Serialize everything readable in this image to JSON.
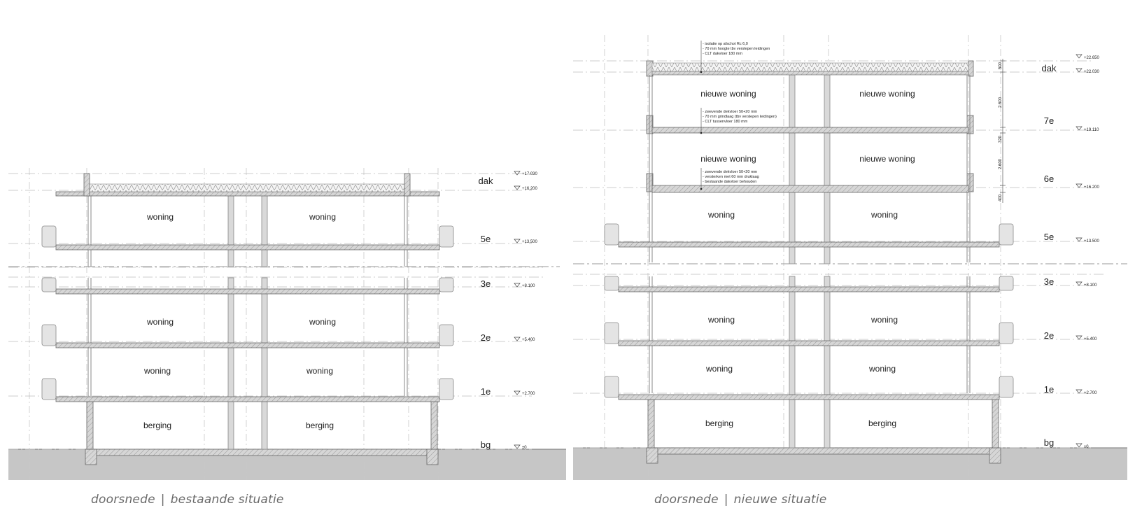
{
  "captions": {
    "left": {
      "title": "doorsnede",
      "subtitle": "bestaande situatie"
    },
    "right": {
      "title": "doorsnede",
      "subtitle": "nieuwe situatie"
    }
  },
  "levels": {
    "left": [
      {
        "name": "dak",
        "elevation": "+17.030",
        "top": "+16.200"
      },
      {
        "name": "5e",
        "elevation": "+13.500"
      },
      {
        "name": "3e",
        "elevation": "+8.100"
      },
      {
        "name": "2e",
        "elevation": "+5.400"
      },
      {
        "name": "1e",
        "elevation": "+2.700"
      },
      {
        "name": "bg",
        "elevation": "±0"
      }
    ],
    "right": [
      {
        "name": "dak",
        "elevation": "+22.650",
        "top": "+22.030"
      },
      {
        "name": "7e",
        "elevation": "+19.110"
      },
      {
        "name": "6e",
        "elevation": "+16.200"
      },
      {
        "name": "5e",
        "elevation": "+13.500"
      },
      {
        "name": "3e",
        "elevation": "+8.100"
      },
      {
        "name": "2e",
        "elevation": "+5.400"
      },
      {
        "name": "1e",
        "elevation": "+2.700"
      },
      {
        "name": "bg",
        "elevation": "±0"
      }
    ]
  },
  "rooms": {
    "left": {
      "floor5": [
        "woning",
        "woning"
      ],
      "floor2": [
        "woning",
        "woning"
      ],
      "floor1": [
        "woning",
        "woning"
      ],
      "ground": [
        "berging",
        "berging"
      ]
    },
    "right": {
      "floor7": [
        "nieuwe woning",
        "nieuwe woning"
      ],
      "floor6": [
        "nieuwe woning",
        "nieuwe woning"
      ],
      "floor5": [
        "woning",
        "woning"
      ],
      "floor2": [
        "woning",
        "woning"
      ],
      "floor1": [
        "woning",
        "woning"
      ],
      "ground": [
        "berging",
        "berging"
      ]
    }
  },
  "annotations": {
    "roof": [
      "- isolatie op afschot Rc 6,0",
      "- 70 mm hoogte tbv verslepen leidingen",
      "- CLT dakvloer 180 mm"
    ],
    "floor7": [
      "- zwevende dekvloer 50+20 mm",
      "- 70 mm grindlaag (tbv verslepen leidingen)",
      "- CLT tussenvloer 180 mm"
    ],
    "floor6": [
      "- zwevende dekvloer 50+20 mm",
      "- versterken met 60 mm druklaag",
      "- bestaande dakvloer behouden"
    ]
  },
  "dimensions": [
    "500",
    "2.600",
    "320",
    "2.600",
    "400"
  ]
}
